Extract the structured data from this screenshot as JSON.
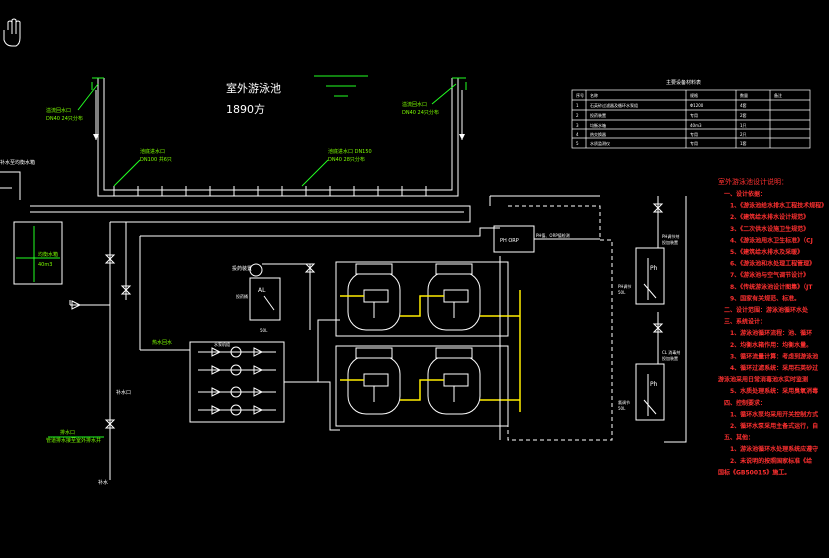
{
  "pool": {
    "name": "室外游泳池",
    "volume": "1890方"
  },
  "labels": {
    "inlet_left_a": "溢流回水口",
    "inlet_left_b": "DN40 24只分布",
    "inlet_right_a": "溢流回水口",
    "inlet_right_b": "DN40 24只分布",
    "main_left_a": "池底进水口",
    "main_left_b": "DN100 共6只",
    "main_right_a": "池底进水口 DN150",
    "main_right_b": "DN40 28只分布",
    "balance_tank": "均衡水箱",
    "balance_tank_sub": "40m3",
    "left_top": "补水至均衡水箱",
    "ph_orp": "PH ORP",
    "ph_orp_note": "PH值、ORP值检测",
    "dosing": "投药装置",
    "dosing_tank": "AL",
    "dosing_sub": "投药桶",
    "dosing_sub2": "50L",
    "pump_label": "水泵机组",
    "heat_label": "热水回水",
    "makeup_label": "补水口",
    "drain_a": "排水口",
    "drain_b": "管道排水接至室外排水井",
    "bottom_pipe": "补水",
    "ph_right_top": "PH调节剂",
    "ph_right_top2": "投加装置",
    "ph_label": "Ph",
    "ph_tank_top": "PH调节",
    "ph_tank_top2": "50L",
    "cl_label": "CL 消毒剂",
    "cl_label2": "投加装置",
    "ph_tank_bottom": "氯调节",
    "ph_tank_bottom2": "50L"
  },
  "table": {
    "title": "主要设备材料表",
    "headers": [
      "序号",
      "名称",
      "规格",
      "数量",
      "备注"
    ],
    "rows": [
      [
        "1",
        "石英砂过滤器及循环水泵组",
        "Φ1200",
        "4套",
        ""
      ],
      [
        "2",
        "投药装置",
        "专用",
        "2套",
        ""
      ],
      [
        "3",
        "均衡水箱",
        "40m3",
        "1只",
        ""
      ],
      [
        "4",
        "热交换器",
        "专用",
        "2只",
        ""
      ],
      [
        "5",
        "水质监测仪",
        "专用",
        "1套",
        ""
      ]
    ]
  },
  "notes": {
    "title": "室外游泳池设计说明：",
    "lines": [
      "一、设计依据：",
      "1、《游泳池给水排水工程技术规程》",
      "2、《建筑给水排水设计规范》",
      "3、《二次供水设施卫生规范》",
      "4、《游泳池用水卫生标准》（CJ",
      "5、《建筑给水排水及采暖》",
      "6、《游泳池和水处理工程管理》",
      "7、《游泳池与空气调节设计》",
      "8、《传统游泳池设计图集》（JT",
      "9、国家有关规范、标准。",
      "二、设计范围：游泳池循环水处",
      "三、系统设计：",
      "1、游泳池循环流程：池、循环",
      "2、均衡水箱作用：均衡水量。",
      "3、循环流量计算：考虑到游泳池",
      "4、循环过滤系统：采用石英砂过",
      "游泳池采用日常消毒池水实时监测",
      "5、水质处理系统：采用臭氧消毒",
      "四、控制要求：",
      "1、循环水泵均采用开关控制方式",
      "2、循环水泵采用主备式运行，自",
      "五、其他：",
      "1、游泳池循环水处理系统应遵守",
      "2、未说明的按照国家标准《给",
      "国标《GB50015》施工。"
    ]
  }
}
